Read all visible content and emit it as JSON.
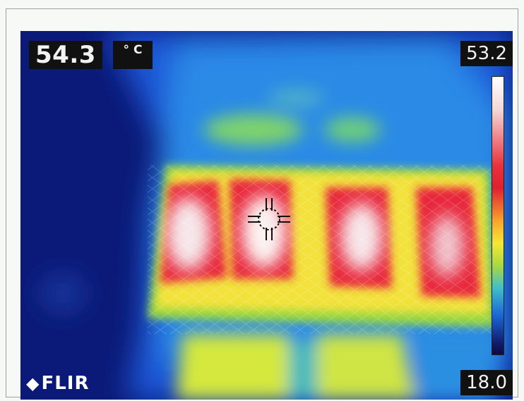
{
  "readout": {
    "spot_temperature": "54.3",
    "unit": "° C"
  },
  "scale": {
    "max": "53.2",
    "min": "18.0",
    "palette": [
      "#ffffff",
      "#e8323c",
      "#f7a52a",
      "#f5e833",
      "#a8d840",
      "#3fc0c8",
      "#1a66d8",
      "#0a0d40"
    ]
  },
  "brand": {
    "logo_text": "FLIR",
    "logo_icon": "diamond-icon"
  },
  "colors": {
    "background_cold": "#0d1f7a",
    "mid_blue": "#1f6fe0",
    "green": "#9ed83a",
    "yellow": "#f3e83a",
    "red": "#e0223a",
    "white_hot": "#ffffff"
  },
  "crosshair_icon": "crosshair-icon"
}
